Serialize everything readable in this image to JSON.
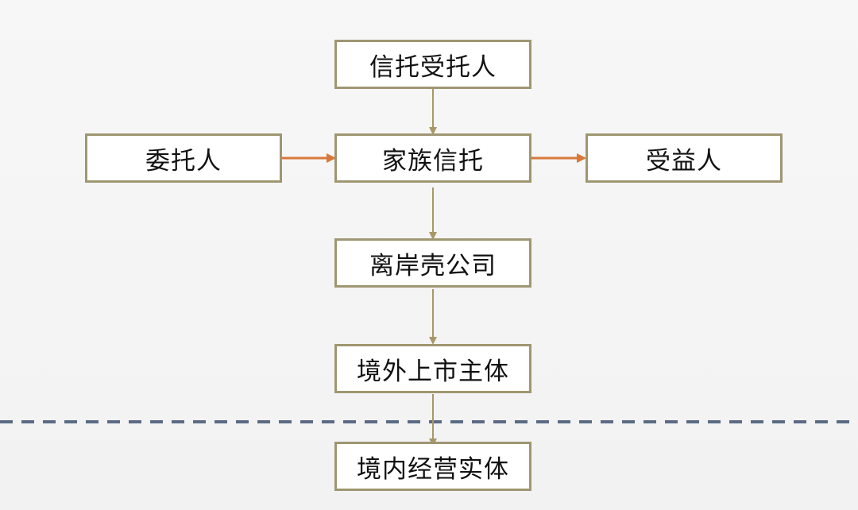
{
  "diagram": {
    "nodes": {
      "trustee": "信托受托人",
      "settlor": "委托人",
      "family_trust": "家族信托",
      "beneficiary": "受益人",
      "offshore_shell": "离岸壳公司",
      "overseas_listed": "境外上市主体",
      "domestic_entity": "境内经营实体"
    },
    "edges": [
      {
        "from": "trustee",
        "to": "family_trust",
        "color": "#a89868"
      },
      {
        "from": "settlor",
        "to": "family_trust",
        "color": "#d9783a"
      },
      {
        "from": "family_trust",
        "to": "beneficiary",
        "color": "#d9783a"
      },
      {
        "from": "family_trust",
        "to": "offshore_shell",
        "color": "#a89868"
      },
      {
        "from": "offshore_shell",
        "to": "overseas_listed",
        "color": "#a89868"
      },
      {
        "from": "overseas_listed",
        "to": "domestic_entity",
        "color": "#a89868"
      }
    ],
    "boundary_line_color": "#5b6b85",
    "node_border_color": "#9f9672"
  }
}
